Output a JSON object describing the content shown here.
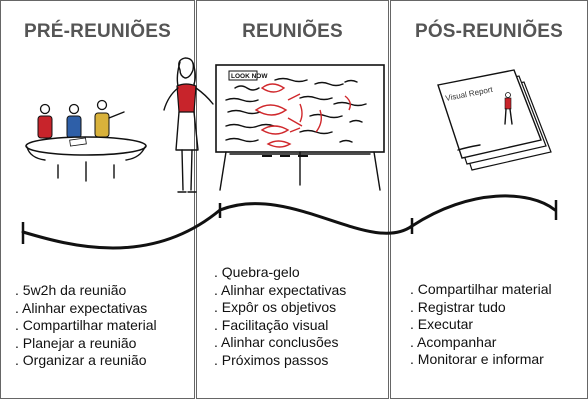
{
  "columns": [
    {
      "title": "PRÉ-REUNIÕES",
      "items": [
        ". 5w2h da reunião",
        ". Alinhar expectativas",
        ". Compartilhar material",
        ". Planejar a reunião",
        ". Organizar a reunião"
      ]
    },
    {
      "title": "REUNIÕES",
      "items": [
        ". Quebra-gelo",
        ". Alinhar expectativas",
        ". Expôr os objetivos",
        ". Facilitação visual",
        ". Alinhar conclusões",
        ". Próximos passos"
      ]
    },
    {
      "title": "PÓS-REUNIÕES",
      "items": [
        ". Compartilhar material",
        ". Registrar tudo",
        ". Executar",
        ". Acompanhar",
        ". Monitorar e informar"
      ]
    }
  ],
  "illustrations": {
    "board_label": "LOOK NOW",
    "report_label": "Visual Report"
  },
  "colors": {
    "person_red": "#c8242b",
    "person_blue": "#2e5fa8",
    "person_yellow": "#d9b23b",
    "marker_red": "#d0282c"
  }
}
